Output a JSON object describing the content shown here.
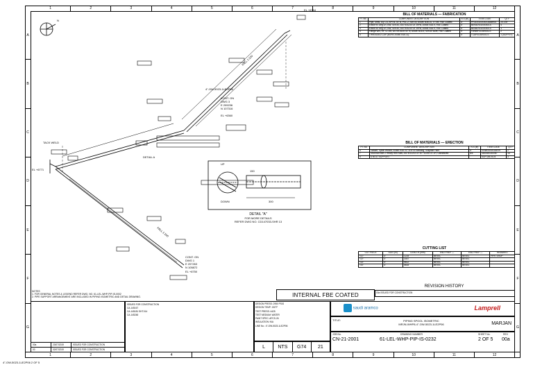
{
  "ruler_top": [
    "1",
    "2",
    "3",
    "4",
    "5",
    "6",
    "7",
    "8",
    "9",
    "10",
    "11",
    "12"
  ],
  "ruler_side": [
    "A",
    "B",
    "C",
    "D",
    "E",
    "F",
    "G"
  ],
  "bom_fab": {
    "title": "BILL OF MATERIALS — FABRICATION",
    "headers": [
      "PT No.",
      "COMPONENT DESCRIPTION",
      "N.S (in)",
      "ITEM CODE",
      "QTY"
    ],
    "rows": [
      [
        "1",
        "Pipe, Smls, Eq. CS, API 5L Gr. B, PSL-2, Sch.40, ASME B36.10, 4\" Ext. FBE Coated",
        "4\"",
        "PFOD0104X00CBABR0S",
        "20.3 M"
      ],
      [
        "2",
        "Elbow 90 Deg LR, BW, Sch.40, ASTM A234 Gr. WPB, ASME B16.9, FBE Coated",
        "4\"",
        "BE90LR0104X00CS",
        "4"
      ],
      [
        "3",
        "Elbow 45 Deg LR, BW, Sch.40, ASTM A234 Gr. WPB, ASME B16.9, FBE Coated",
        "4\"",
        "BE45LR0104X00CS",
        "1"
      ],
      [
        "4",
        "Flange WN, RF, Cl.150, ASTM A105 Gr. N, ASME B16.5, Sch.40 Bore, FBE Coated",
        "4\"",
        "FWNRF0104X00CS",
        "2"
      ],
      [
        "5",
        "THREADED CAP (BORE ASME B16.11)",
        "4\"",
        "TCAP0104X00CS",
        "1 (SUPPLY)"
      ]
    ]
  },
  "bom_erect": {
    "title": "BILL OF MATERIALS — ERECTION",
    "headers": [
      "PT No.",
      "COMPONENT DESCRIPTION",
      "N.S (in)",
      "ITEM CODE",
      "QTY"
    ],
    "rows": [
      [
        "6",
        "Gasket, Spiral Wound, ASME B16.20, 316 SS Winding, Graphite Filler",
        "4\"",
        "GSW0104X316GR",
        "2"
      ],
      [
        "7",
        "Stud Bolt with 2 Heavy Hex Nuts, ASTM A193 Gr. B7 / A194 Gr. 2H, Galvanized",
        "5/8",
        "SB058X0300B7",
        "16"
      ],
      [
        "8",
        "U BOLT SUPPORT",
        "",
        "SUP-UB-0104",
        "3"
      ]
    ]
  },
  "cutting": {
    "title": "CUTTING LIST",
    "headers": [
      "CUT PIECE",
      "SIZE (IN)",
      "LENGTH (mm)",
      "END PREP —",
      "END PREP —",
      "REMARKS"
    ],
    "rows": [
      [
        "<1>",
        "4\"",
        "1225",
        "BEVEL",
        "BEVEL",
        "PIPE SHOP"
      ],
      [
        "<2>",
        "4\"",
        "3357",
        "BEVEL",
        "BEVEL",
        ""
      ],
      [
        "<3>",
        "4\"",
        "5612",
        "BEVEL",
        "BEVEL",
        ""
      ],
      [
        "<4>",
        "4\"",
        "5818",
        "BEVEL",
        "BEVEL",
        ""
      ]
    ]
  },
  "drawing": {
    "detail_a_title": "DETAIL \"A\"",
    "detail_a_note1": "FOR MORE DETAILS",
    "detail_a_note2": "REFER DWG NO. CD147033-SHR 13",
    "fbe_label": "INTERNAL FBE COATED",
    "dim_300": "300",
    "dim_150": "150",
    "up": "UP",
    "down": "DOWN",
    "tack_weld": "TACK WELD",
    "el_top": "EL +6754",
    "el_left": "EL +6771",
    "el_mid": "EL +6360",
    "cont_on_1": "CONT. ON",
    "cont_dwg_3": "DWG 3",
    "coords_1": [
      "E 209236",
      "N 107316"
    ],
    "cont_on_2": "CONT. ON",
    "cont_dwg_1": "DWG 1",
    "coords_2": [
      "E 207263",
      "N 105872"
    ],
    "el_bottom": "EL +6750",
    "fall": "FALL 1:100",
    "detail_a": "DETAIL A",
    "north": "N",
    "line_ref": "4\"-OW-5023-1LE2P06"
  },
  "notes": {
    "label": "NOTES",
    "n1": "1. FOR GENERAL NOTES & LEGEND REFER DWG. NO. 61-LEL-WHP-PIP-IS-0002",
    "n2": "2. PIPE SUPPORT ARRANGEMENT ARE INCLUDED IN PIPING ISOMETRIC AND DETAIL DRAWING."
  },
  "revision": {
    "title": "REVISION HISTORY",
    "row1": "00a   ISSUED FOR CONSTRUCTION"
  },
  "titleblock": {
    "client": "saudi aramco",
    "contractor": "Lamprell",
    "title_label": "TITLE:",
    "title_line1": "PIPING SPOOL ISOMETRIC",
    "title_line2": "MRJN-WHP8-4\"-OW-5023-1LE2P06",
    "project": "MARJAN",
    "job_no_label": "JOB No.",
    "job_no": "CN-21-2001",
    "dwg_no_label": "DRAWING NUMBER",
    "dwg_no": "61-LEL-WHP-PIP-IS-0232",
    "sheet_label": "SHEET No.",
    "sheet": "2 OF 5",
    "rev_label": "REV",
    "rev": "00a",
    "index": "L",
    "scale": "NTS",
    "plant_no": "G74",
    "platform": "21",
    "process_fields": [
      "DESIGN PRESS: 2950 PSIG",
      "DESIGN TEMP: 150°F",
      "TEST PRESS: 4425",
      "TEST MEDIUM: WATER",
      "PAINT SPEC: APCS-26",
      "INSULATION: N/A",
      "LINE No.: 4\"-OW-5023-1LE2P06"
    ],
    "ref_ifc": "ISSUED FOR CONSTRUCTION",
    "ref_dwg_1": "CA-145167",
    "ref_dwg_2": "CA-145181 SHT.014",
    "ref_dwg_3": "CA-145248",
    "rev_rows": [
      [
        "00a",
        "23/07/2019",
        "ISSUED FOR CONSTRUCTION"
      ],
      [
        "00",
        "02/07/2019",
        "ISSUED FOR CONSTRUCTION"
      ]
    ]
  },
  "footer": "4\"-OW-5023-1LE2P06    2  OF  5"
}
